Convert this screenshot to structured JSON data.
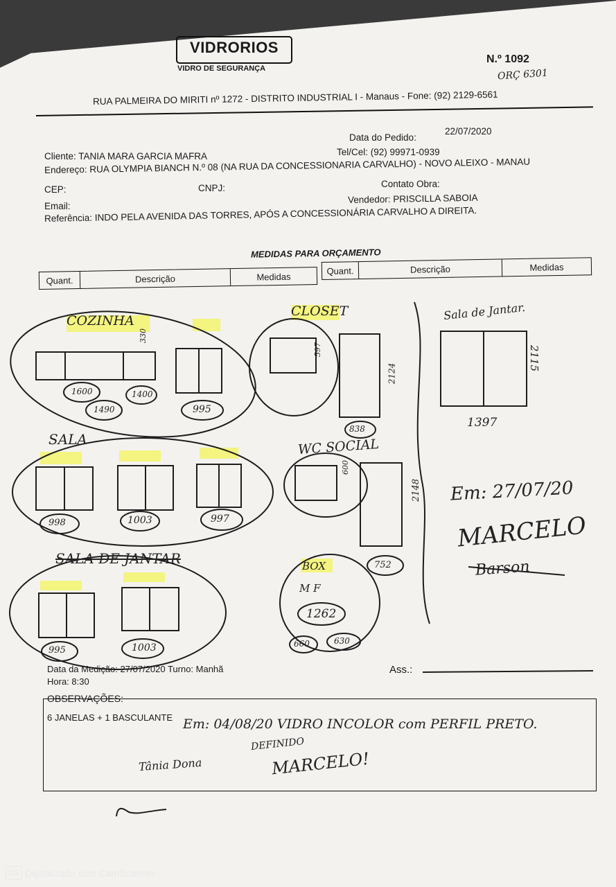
{
  "header": {
    "brand": "VIDRORIOS",
    "tagline": "VIDRO DE SEGURANÇA",
    "order_number": "N.º 1092",
    "orc_note": "ORÇ 6301",
    "address_line": "RUA PALMEIRA DO MIRITI nº 1272 - DISTRITO INDUSTRIAL I - Manaus - Fone: (92) 2129-6561"
  },
  "order": {
    "date_label": "Data do Pedido:",
    "date_value": "22/07/2020",
    "client_line": "Cliente: TANIA MARA GARCIA MAFRA",
    "phone_line": "Tel/Cel: (92) 99971-0939",
    "address_line": "Endereço: RUA OLYMPIA BIANCH N.º 08 (NA RUA DA CONCESSIONARIA CARVALHO) - NOVO ALEIXO - MANAU",
    "cep_label": "CEP:",
    "cnpj_label": "CNPJ:",
    "contato_label": "Contato Obra:",
    "email_label": "Email:",
    "vendedor_line": "Vendedor: PRISCILLA SABOIA",
    "referencia_line": "Referência: INDO PELA AVENIDA DAS TORRES, APÓS A CONCESSIONÁRIA CARVALHO A DIREITA."
  },
  "table": {
    "title": "MEDIDAS PARA ORÇAMENTO",
    "columns": [
      "Quant.",
      "Descrição",
      "Medidas"
    ]
  },
  "sketch_labels": {
    "cozinha": "COZINHA",
    "closet": "CLOSET",
    "sala": "SALA",
    "wc_social": "WC SOCIAL",
    "sala_de_jantar": "SALA DE JANTAR",
    "sala_de_jantar_script": "Sala de Jantar.",
    "box": "BOX",
    "mf": "M    F",
    "measures": [
      "1600",
      "1400",
      "1490",
      "995",
      "330",
      "597",
      "2124",
      "838",
      "1397",
      "2115",
      "998",
      "1003",
      "997",
      "600",
      "2148",
      "752",
      "1262",
      "660",
      "630",
      "995",
      "1003"
    ],
    "em_date": "Em: 27/07/20",
    "signature_name": "MARCELO",
    "signature_2": "Barson"
  },
  "footer": {
    "medicao_line": "Data da Medição: 27/07/2020  Turno: Manhã",
    "hora_line": "Hora: 8:30",
    "ass_label": "Ass.:",
    "obs_label": "OBSERVAÇÕES:",
    "obs_text": "6 JANELAS + 1 BASCULANTE",
    "obs_hand_1": "Em: 04/08/20  VIDRO INCOLOR  com  PERFIL  PRETO.",
    "obs_hand_2": "Tânia Dona",
    "obs_hand_3": "DEFINIDO",
    "obs_hand_4": "MARCELO!"
  },
  "scanner": {
    "icon": "CS",
    "text": "Digitalizado com CamScanner"
  }
}
